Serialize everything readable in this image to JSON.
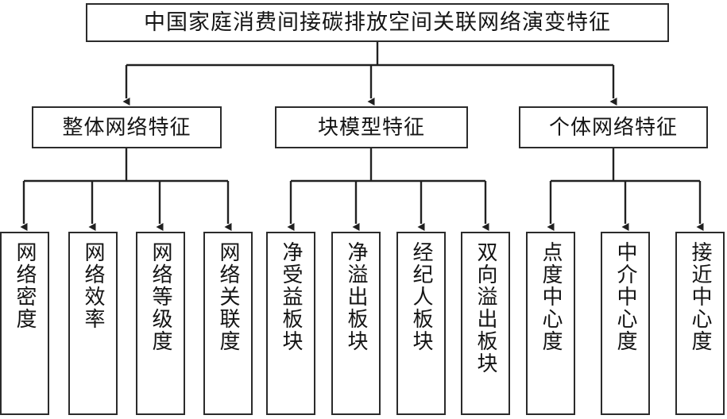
{
  "diagram": {
    "type": "hierarchy-tree",
    "title_node": {
      "label": "中国家庭消费间接碳排放空间关联网络演变特征"
    },
    "categories": [
      {
        "id": "overall-network",
        "label": "整体网络特征",
        "leaves": [
          {
            "id": "network-density",
            "label": "网络密度"
          },
          {
            "id": "network-efficiency",
            "label": "网络效率"
          },
          {
            "id": "network-hierarchy",
            "label": "网络等级度"
          },
          {
            "id": "network-correlation",
            "label": "网络关联度"
          }
        ]
      },
      {
        "id": "block-model",
        "label": "块模型特征",
        "leaves": [
          {
            "id": "net-beneficiary-block",
            "label": "净受益板块"
          },
          {
            "id": "net-spillover-block",
            "label": "净溢出板块"
          },
          {
            "id": "broker-block",
            "label": "经纪人板块"
          },
          {
            "id": "two-way-spillover-block",
            "label": "双向溢出板块"
          }
        ]
      },
      {
        "id": "individual-network",
        "label": "个体网络特征",
        "leaves": [
          {
            "id": "degree-centrality",
            "label": "点度中心度"
          },
          {
            "id": "betweenness-centrality",
            "label": "中介中心度"
          },
          {
            "id": "closeness-centrality",
            "label": "接近中心度"
          }
        ]
      }
    ],
    "colors": {
      "background": "#ffffff",
      "box_border": "#2b2b2b",
      "connector": "#212121",
      "text": "#141414"
    }
  }
}
